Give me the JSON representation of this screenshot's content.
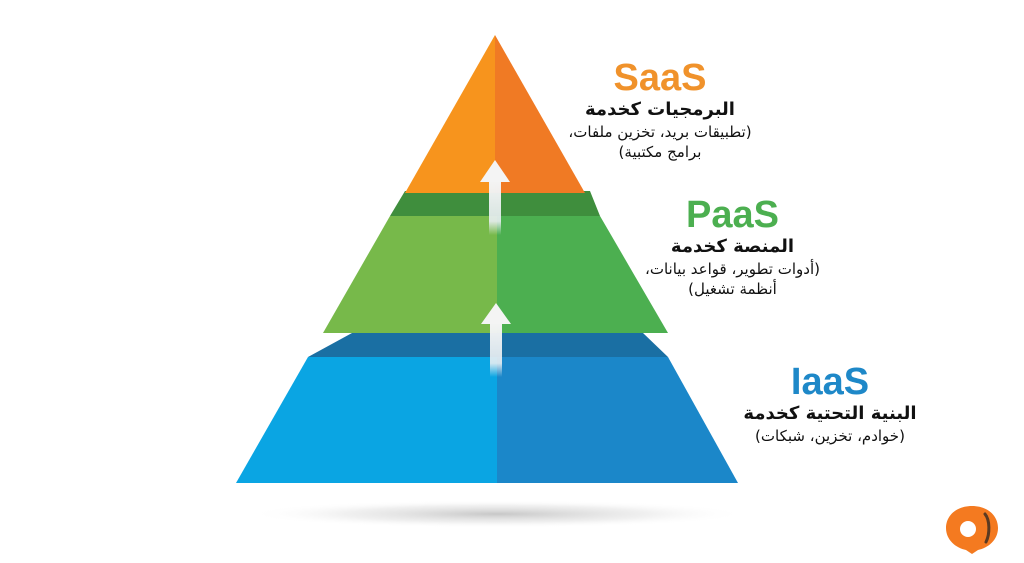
{
  "diagram": {
    "type": "pyramid",
    "layers": [
      {
        "id": "saas",
        "title": "SaaS",
        "subtitle": "البرمجيات كخدمة",
        "description_line1": "(تطبيقات بريد، تخزين ملفات،",
        "description_line2": "برامج مكتبية)",
        "color_light": "#F7941D",
        "color_dark": "#F07A24",
        "title_color": "#F0922B"
      },
      {
        "id": "paas",
        "title": "PaaS",
        "subtitle": "المنصة كخدمة",
        "description_line1": "(أدوات تطوير، قواعد بيانات،",
        "description_line2": "أنظمة تشغيل)",
        "color_light": "#77B94A",
        "color_dark": "#4CAF50",
        "title_color": "#4CAF50"
      },
      {
        "id": "iaas",
        "title": "IaaS",
        "subtitle": "البنية التحتية كخدمة",
        "description_line1": "(خوادم، تخزين، شبكات)",
        "color_light": "#0AA5E3",
        "color_dark": "#1B87C9",
        "title_color": "#1E88C8"
      }
    ],
    "arrows": [
      "iaas-to-paas",
      "paas-to-saas"
    ]
  },
  "logo": {
    "icon": "orange-donut-logo-icon",
    "color": "#F47A20"
  }
}
